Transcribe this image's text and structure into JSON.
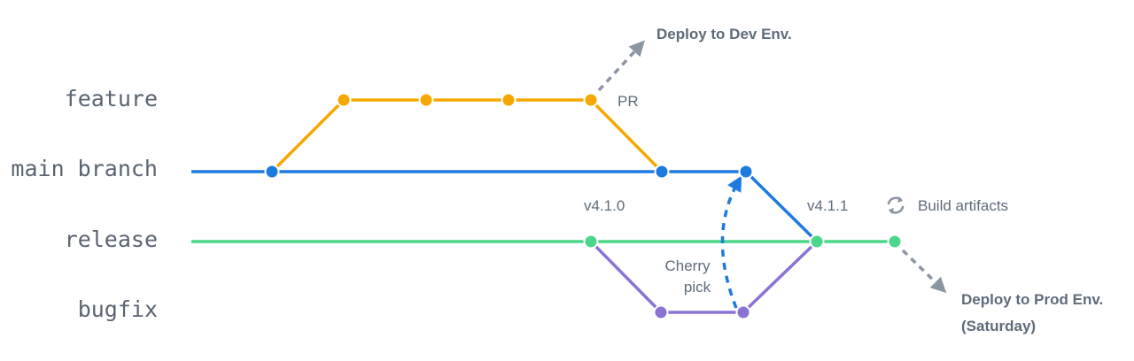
{
  "colors": {
    "feature": "#f5a800",
    "main": "#1f7ae0",
    "release": "#4cd68a",
    "bugfix": "#8b73d6",
    "arrow": "#8c96a3",
    "label": "#5a6472",
    "note": "#5f6b7a"
  },
  "lanes": {
    "feature": "feature",
    "main": "main branch",
    "release": "release",
    "bugfix": "bugfix"
  },
  "notes": {
    "pr": "PR",
    "deploy_dev": "Deploy to Dev Env.",
    "tag_v410": "v4.1.0",
    "tag_v411": "v4.1.1",
    "build_artifacts": "Build artifacts",
    "cherry_pick_line1": "Cherry",
    "cherry_pick_line2": "pick",
    "deploy_prod_line1": "Deploy to Prod Env.",
    "deploy_prod_line2": "(Saturday)"
  },
  "icons": {
    "refresh": "refresh-icon"
  }
}
